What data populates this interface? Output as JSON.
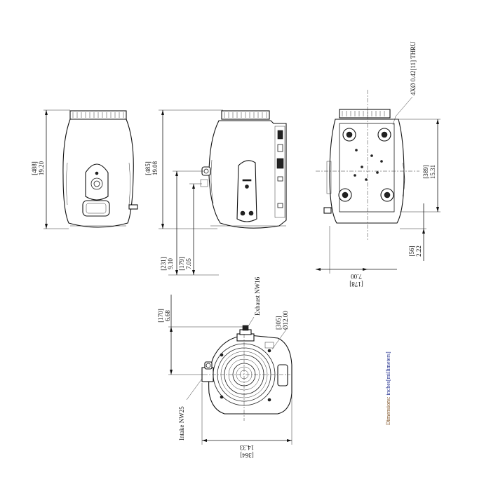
{
  "dimensions": {
    "height_front": {
      "mm": "[488]",
      "in": "19.20"
    },
    "height_side": {
      "mm": "[485]",
      "in": "19.08"
    },
    "side_offset_a": {
      "mm": "[231]",
      "in": "9.10"
    },
    "side_offset_b": {
      "mm": "[179]",
      "in": "7.05"
    },
    "bottom_height": {
      "mm": "[389]",
      "in": "15.31"
    },
    "bottom_offset": {
      "mm": "[56]",
      "in": "2.22"
    },
    "bottom_width": {
      "mm": "[178]",
      "in": "7.00"
    },
    "hole_spec": "4XØ 0.42[11] THRU",
    "top_offset": {
      "mm": "[170]",
      "in": "6.68"
    },
    "flange_dia": {
      "mm": "[305]",
      "in": "Ø12.00"
    },
    "top_width": {
      "mm": "[364]",
      "in": "14.33"
    }
  },
  "labels": {
    "exhaust": "Exhaust NW16",
    "intake": "Intake NW25",
    "units_note_prefix": "Dimensions: ",
    "units_note_main": "inches[millimeters]"
  },
  "colors": {
    "line": "#1a1a1a",
    "note_prefix": "#7a4a1a",
    "note_main": "#1c2a8c"
  }
}
